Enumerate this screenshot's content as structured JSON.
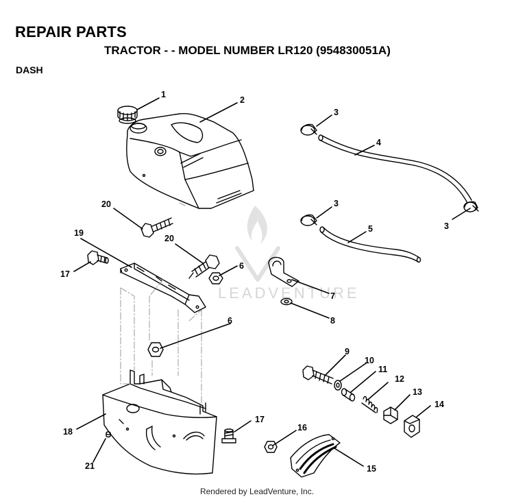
{
  "header": {
    "title": "REPAIR PARTS",
    "subtitle": "TRACTOR - - MODEL NUMBER LR120 (954830051A)",
    "section": "DASH"
  },
  "watermark": {
    "text": "LEADVENTURE"
  },
  "footer": {
    "text": "Rendered by LeadVenture, Inc."
  },
  "callouts": {
    "c1": "1",
    "c2": "2",
    "c3a": "3",
    "c3b": "3",
    "c3c": "3",
    "c4": "4",
    "c5": "5",
    "c6a": "6",
    "c6b": "6",
    "c7": "7",
    "c8": "8",
    "c9": "9",
    "c10": "10",
    "c11": "11",
    "c12": "12",
    "c13": "13",
    "c14": "14",
    "c15": "15",
    "c16": "16",
    "c17a": "17",
    "c17b": "17",
    "c18": "18",
    "c19": "19",
    "c20a": "20",
    "c20b": "20",
    "c21": "21"
  }
}
